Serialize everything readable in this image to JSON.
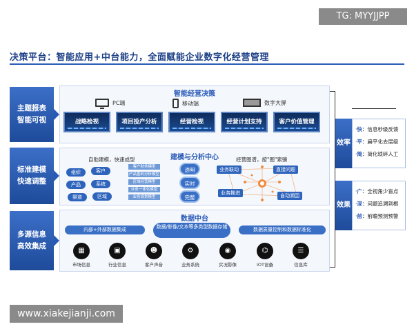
{
  "watermarks": {
    "top": "TG: MYYJJPP",
    "bottom": "www.xiakejianji.com"
  },
  "title": "决策平台：智能应用+中台能力，全面赋能企业数字化经营管理",
  "left_labels": [
    {
      "line1": "主题报表",
      "line2": "智能可视"
    },
    {
      "line1": "标准建模",
      "line2": "快速调整"
    },
    {
      "line1": "多源信息",
      "line2": "高效集成"
    }
  ],
  "panel1": {
    "title": "智能经营决策",
    "devices": [
      {
        "label": "PC端",
        "icon": "monitor-icon"
      },
      {
        "label": "移动端",
        "icon": "phone-icon"
      },
      {
        "label": "数字大屏",
        "icon": "big-screen-icon"
      }
    ],
    "screens": [
      "战略检视",
      "项目投产分析",
      "经营检视",
      "经营计划支持",
      "客户价值管理"
    ]
  },
  "panel2": {
    "title": "建模与分析中心",
    "left_caption": "自助建模，快速成型",
    "chips": [
      "组织",
      "客户",
      "产品",
      "系统",
      "渠道",
      "区域"
    ],
    "bars": [
      "客户财务模型",
      "产品盈利分析模型",
      "区域经营模型",
      "业务一体化模型",
      "业务规划模型"
    ],
    "rings": [
      "透明",
      "实时",
      "完整"
    ],
    "right_caption": "经营图谱，按\"图\"索骥",
    "graph_tags": [
      "业务联动",
      "直接问题",
      "业务推进",
      "自动溯因"
    ]
  },
  "panel3": {
    "title": "数据中台",
    "pills": [
      "内部+外部数据集成",
      "数据/影像/文本等多类型数据存储",
      "数据质量控制和数据标准化"
    ],
    "sources": [
      "市场信息",
      "行业信息",
      "客户声音",
      "业务系统",
      "实况影像",
      "IOT设备",
      "信息库"
    ]
  },
  "right": {
    "efficiency": {
      "label": "效率",
      "items": [
        {
          "key": "快",
          "text": "：信息秒级反馈"
        },
        {
          "key": "平",
          "text": "：扁平化去层级"
        },
        {
          "key": "简",
          "text": "：简化琐碎人工"
        }
      ]
    },
    "effect": {
      "label": "效果",
      "items": [
        {
          "key": "广",
          "text": "：全视角少盲点"
        },
        {
          "key": "深",
          "text": "：问题追溯到根"
        },
        {
          "key": "前",
          "text": "：前瞻预测预警"
        }
      ]
    }
  },
  "colors": {
    "primary": "#2a5ab7",
    "dark": "#1c3f86",
    "screen": "#0f2c5c"
  }
}
